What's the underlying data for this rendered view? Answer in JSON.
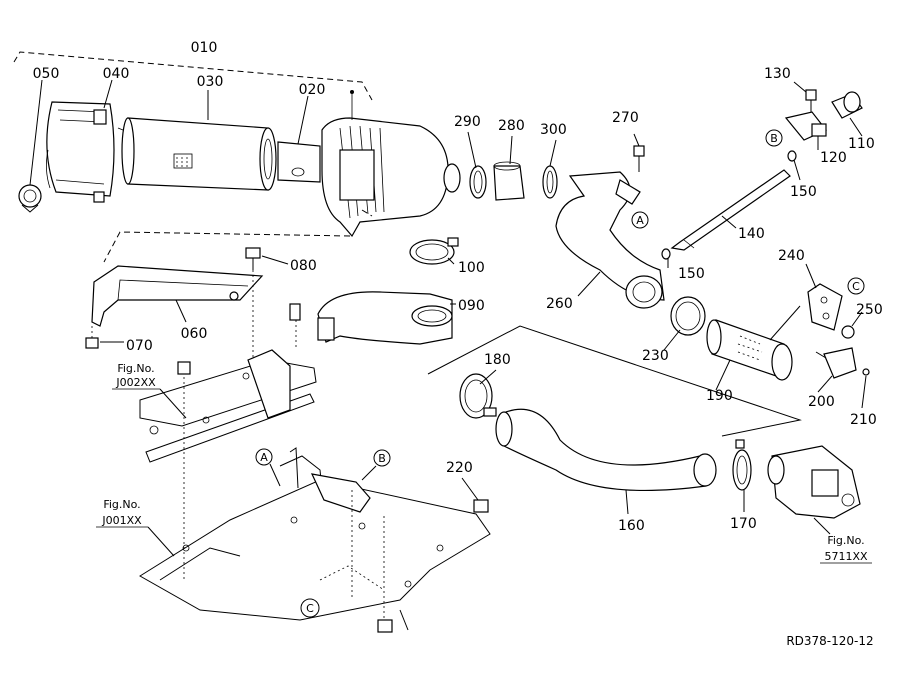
{
  "parts": {
    "p010": "010",
    "p020": "020",
    "p030": "030",
    "p040": "040",
    "p050": "050",
    "p060": "060",
    "p070": "070",
    "p080": "080",
    "p090": "090",
    "p100": "100",
    "p110": "110",
    "p120": "120",
    "p130": "130",
    "p140": "140",
    "p150a": "150",
    "p150b": "150",
    "p160": "160",
    "p170": "170",
    "p180": "180",
    "p190": "190",
    "p200": "200",
    "p210": "210",
    "p220": "220",
    "p230": "230",
    "p240": "240",
    "p250": "250",
    "p260": "260",
    "p270": "270",
    "p280": "280",
    "p290": "290",
    "p300": "300"
  },
  "refs": {
    "a1": "A",
    "a2": "A",
    "b1": "B",
    "b2": "B",
    "c1": "C",
    "c2": "C"
  },
  "figs": {
    "j002_label": "Fig.No.",
    "j002_code": "J002XX",
    "j001_label": "Fig.No.",
    "j001_code": "J001XX",
    "f5711_label": "Fig.No.",
    "f5711_code": "5711XX"
  },
  "drawing_code": "RD378-120-12"
}
